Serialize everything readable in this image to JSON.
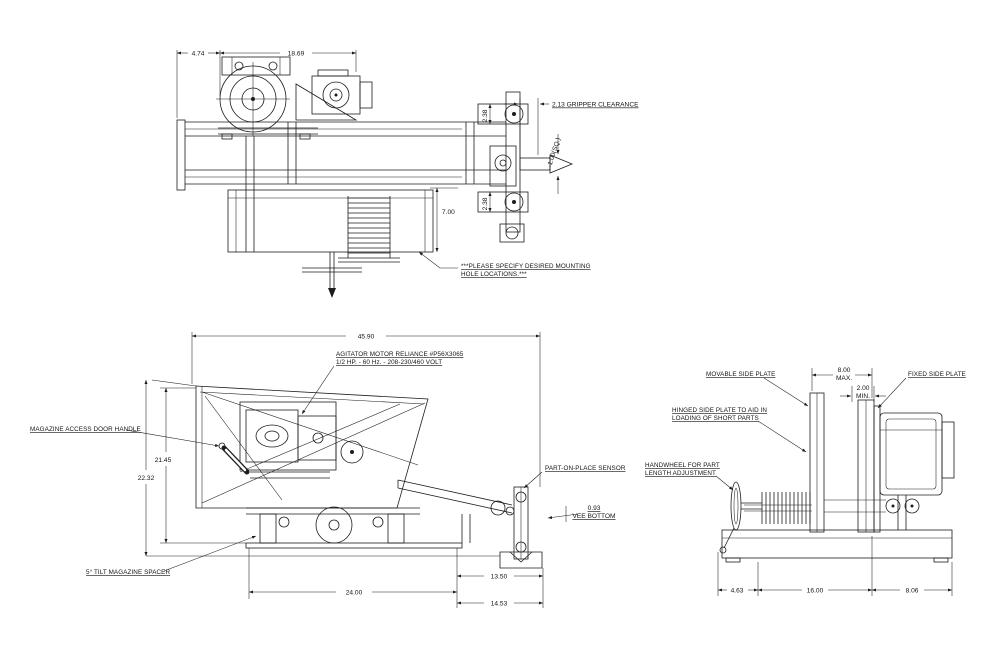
{
  "page": {
    "background": "#ffffff",
    "ink_color": "#1c1c1c"
  },
  "top_view": {
    "dim_474": "4.74",
    "dim_1869": "18.69",
    "gripper_clearance_label": "2.13 GRIPPER CLEARANCE",
    "dim_238_upper": "2.38",
    "dim_238_lower": "2.38",
    "dim_100_sq": "1.00(SQ.)",
    "dim_700": "7.00",
    "mounting_note_line1": "***PLEASE SPECIFY DESIRED MOUNTING",
    "mounting_note_line2": "HOLE LOCATIONS.***"
  },
  "side_view": {
    "dim_4590": "45.90",
    "agitator_label_line1": "AGITATOR MOTOR RELIANCE #P56X3065",
    "agitator_label_line2": "1/2 HP. - 60 Hz. - 208-230/460 VOLT",
    "magazine_door_label": "MAGAZINE ACCESS DOOR HANDLE",
    "dim_2145": "21.45",
    "dim_2232": "22.32",
    "part_sensor_label": "PART-ON-PLACE SENSOR",
    "dim_093": "0.93",
    "vee_bottom_label": "VEE BOTTOM",
    "tilt_spacer_label": "5° TILT MAGAZINE SPACER",
    "dim_1350": "13.50",
    "dim_2400": "24.00",
    "dim_1453": "14.53"
  },
  "end_view": {
    "movable_plate_label": "MOVABLE SIDE PLATE",
    "fixed_plate_label": "FIXED SIDE PLATE",
    "dim_800": "8.00",
    "dim_800_suffix": "MAX.",
    "dim_200": "2.00",
    "dim_200_suffix": "MIN.",
    "hinged_label_line1": "HINGED SIDE PLATE TO AID IN",
    "hinged_label_line2": "LOADING OF SHORT PARTS",
    "handwheel_label_line1": "HANDWHEEL FOR PART",
    "handwheel_label_line2": "LENGTH ADJUSTMENT",
    "dim_463": "4.63",
    "dim_1600": "16.00",
    "dim_806": "8.06"
  }
}
